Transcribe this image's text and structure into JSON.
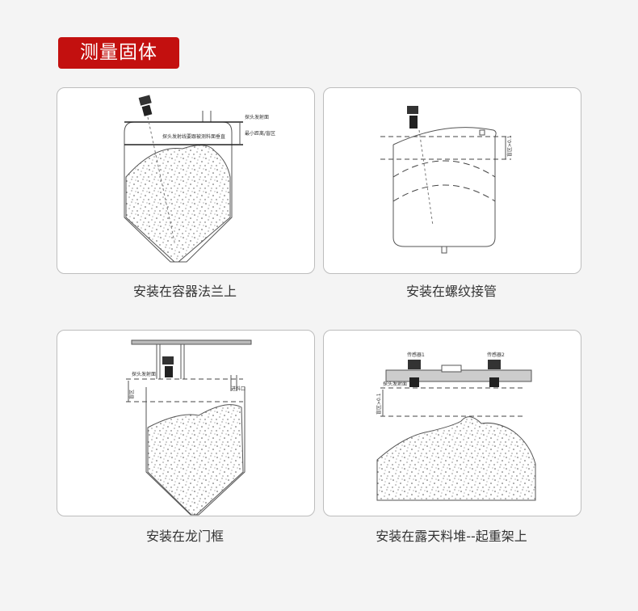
{
  "title": "测量固体",
  "colors": {
    "accent": "#c3100f",
    "background": "#f4f4f4"
  },
  "panels": [
    {
      "caption": "安装在容器法兰上",
      "labels": {
        "surface": "探头发射面",
        "blind": "最小距离/盲区",
        "note": "探头发射线要跟被测料面垂直"
      }
    },
    {
      "caption": "安装在螺纹接管",
      "labels": {
        "blind": "盲区>0.1"
      }
    },
    {
      "caption": "安装在龙门框",
      "labels": {
        "surface": "探头发射面",
        "blind": "盲区",
        "inlet": "进料口"
      }
    },
    {
      "caption": "安装在露天料堆--起重架上",
      "labels": {
        "sensor1": "传感器1",
        "sensor2": "传感器2",
        "surface": "探头发射面",
        "blind": "盲区>0.1"
      }
    }
  ]
}
